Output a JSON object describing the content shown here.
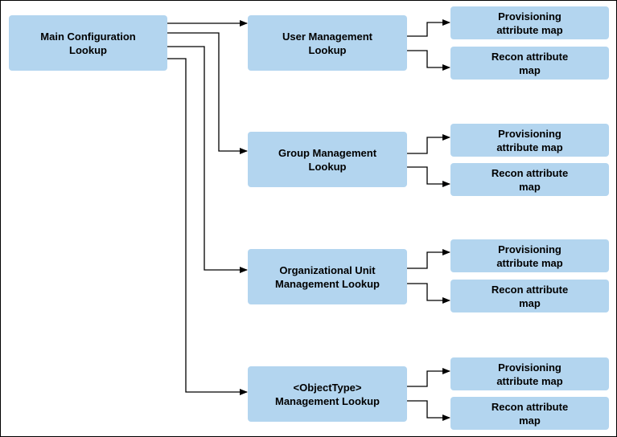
{
  "main_box": {
    "label": "Main Configuration\nLookup"
  },
  "management_lookups": [
    {
      "label": "User Management\nLookup",
      "provisioning": "Provisioning\nattribute map",
      "recon": "Recon attribute\nmap"
    },
    {
      "label": "Group Management\nLookup",
      "provisioning": "Provisioning\nattribute map",
      "recon": "Recon attribute\nmap"
    },
    {
      "label": "Organizational Unit\nManagement Lookup",
      "provisioning": "Provisioning\nattribute map",
      "recon": "Recon attribute\nmap"
    },
    {
      "label": "<ObjectType>\nManagement Lookup",
      "provisioning": "Provisioning\nattribute map",
      "recon": "Recon attribute\nmap"
    }
  ],
  "colors": {
    "box_fill": "#b3d5ef",
    "line": "#000000"
  }
}
